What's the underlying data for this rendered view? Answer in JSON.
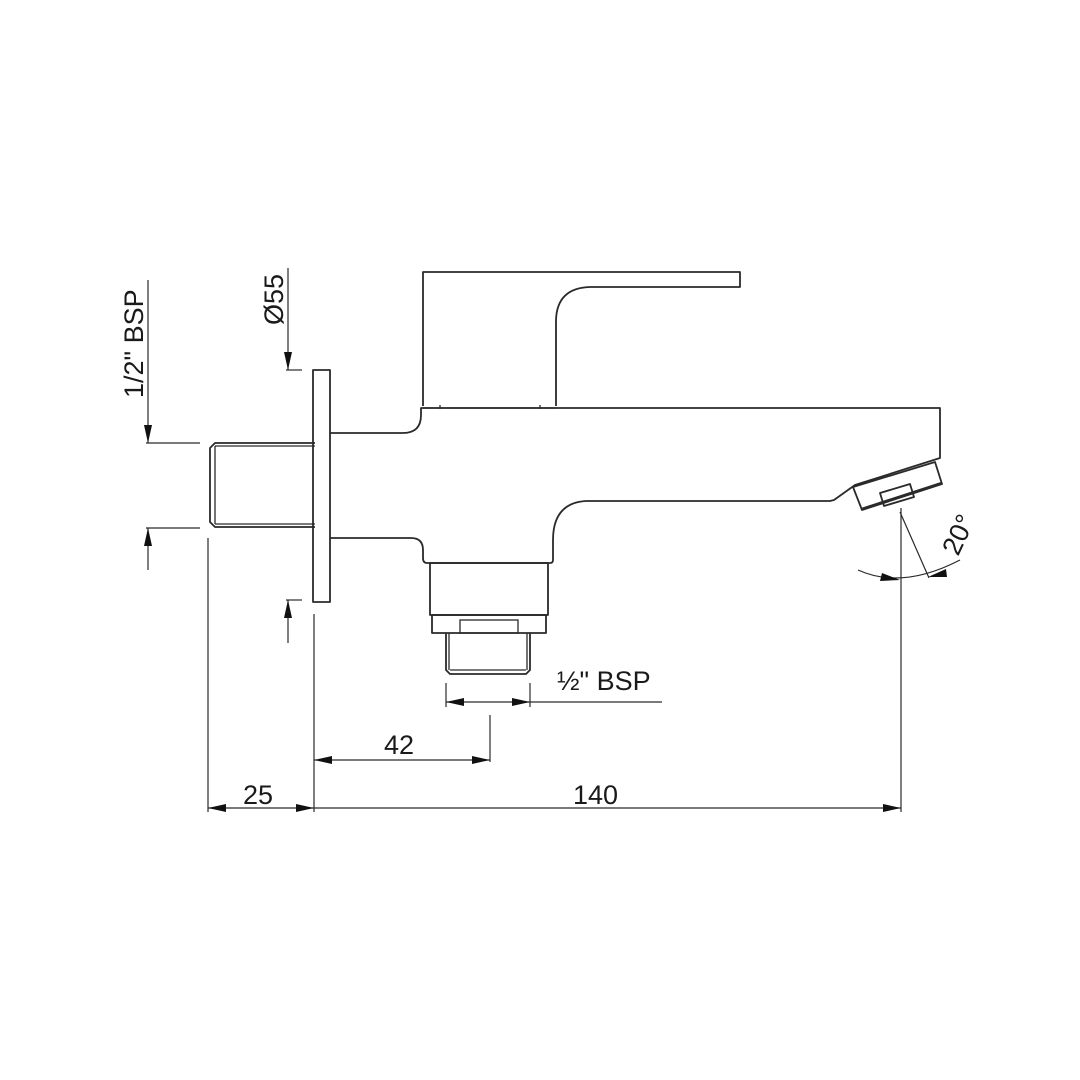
{
  "drawing": {
    "title": "Bib tap side elevation dimension drawing",
    "units": "mm",
    "background": "#ffffff",
    "line_color": "#2a2a2a"
  },
  "dimensions": {
    "inlet_thread": "1/2\" BSP",
    "flange_diameter": "Ø55",
    "outlet_thread_whole": "½",
    "outlet_thread_suffix": "\" BSP",
    "spout_angle": "20°",
    "wall_to_outlet": "42",
    "inlet_length": "25",
    "wall_to_spout": "140"
  },
  "components": [
    {
      "name": "inlet threaded pipe"
    },
    {
      "name": "wall flange"
    },
    {
      "name": "tap body"
    },
    {
      "name": "lever handle"
    },
    {
      "name": "spout"
    },
    {
      "name": "aerator"
    },
    {
      "name": "bottom outlet connector"
    }
  ]
}
